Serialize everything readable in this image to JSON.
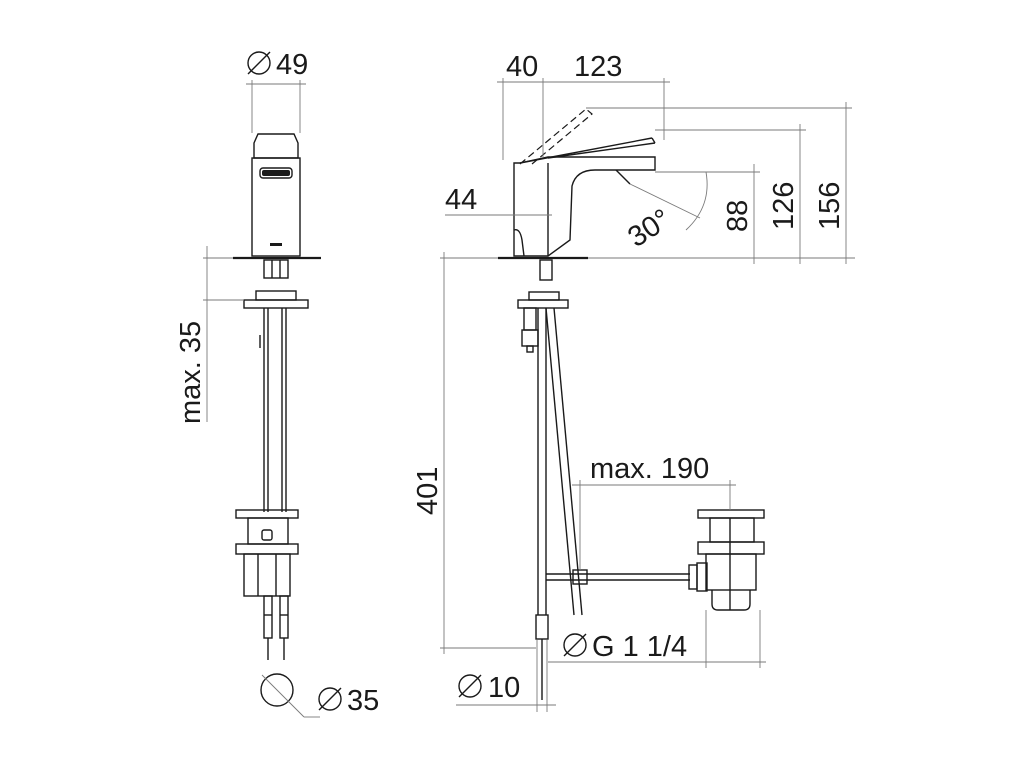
{
  "front_view": {
    "spout_diameter": "49",
    "deck_thickness": "max. 35",
    "waste_diameter": "35"
  },
  "side_view": {
    "spout_base_width": "40",
    "spout_projection": "123",
    "lever_height": "44",
    "outlet_height": "88",
    "body_height": "126",
    "lever_raised_height": "156",
    "outlet_angle": "30°",
    "total_length": "401",
    "pull_rod_reach": "max. 190",
    "waste_thread": "G 1 1/4",
    "hose_diameter": "10"
  },
  "colors": {
    "line": "#1a1a1a",
    "dimension": "#7a7a7a"
  },
  "icons": {
    "diameter_symbol": "diameter-icon"
  }
}
